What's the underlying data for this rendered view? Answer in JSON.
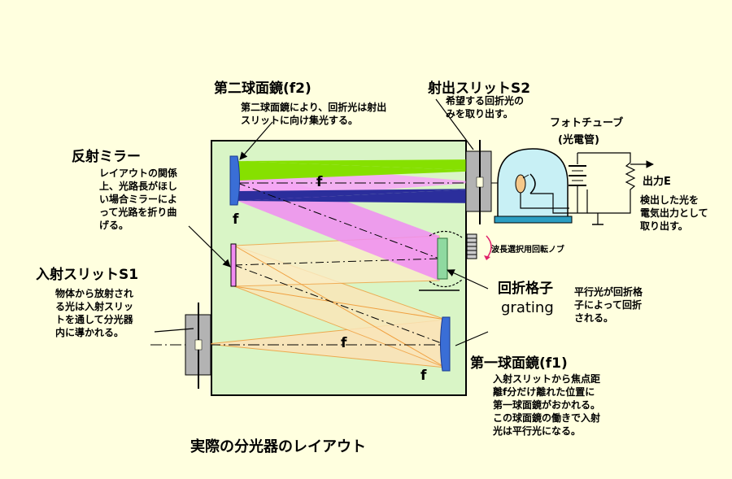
{
  "labels": {
    "mirror2_title": "第二球面鏡(f2)",
    "mirror2_desc": "第二球面鏡により、回折光は射出\nスリットに向け集光する。",
    "exit_slit_title": "射出スリットS2",
    "exit_slit_desc": "希望する回折光の\nみを取り出す。",
    "phototube_title": "フォトチューブ",
    "phototube_sub": "(光電管)",
    "output_label": "出力E",
    "output_desc": "検出した光を\n電気出力として\n取り出す。",
    "fold_mirror_title": "反射ミラー",
    "fold_mirror_desc": "レイアウトの関係\n上、光路長がほし\nい場合ミラーによ\nって光路を折り曲\nげる。",
    "knob_label": "波長選択用回転ノブ",
    "grating_jp": "回折格子",
    "grating_en": "grating",
    "grating_desc": "平行光が回折格\n子によって回折\nされる。",
    "entrance_slit_title": "入射スリットS1",
    "entrance_slit_desc": "物体から放射され\nる光は入射スリッ\nトを通して分光器\n内に導かれる。",
    "mirror1_title": "第一球面鏡(f1)",
    "mirror1_desc": "入射スリットから焦点距\n離f分だけ離れた位置に\n第一球面鏡がおかれる。\nこの球面鏡の働きで入射\n光は平行光になる。",
    "f_top": "f",
    "f_mirror2": "f",
    "f_bottom": "f",
    "f_mirror1": "f",
    "title": "実際の分光器のレイアウト"
  },
  "colors": {
    "background": "#ffffdf",
    "box_fill": "#d9f5c6",
    "mirror_blue": "#3a6ed6",
    "beam_magenta": "#f08cf2",
    "beam_orange": "#f5c88a",
    "beam_green": "#86e000",
    "beam_navy": "#2b2e9c",
    "slit_gray": "#b3b3b3",
    "tube_cyan": "#c8f0f5",
    "grating_green": "#8fd9a0"
  }
}
